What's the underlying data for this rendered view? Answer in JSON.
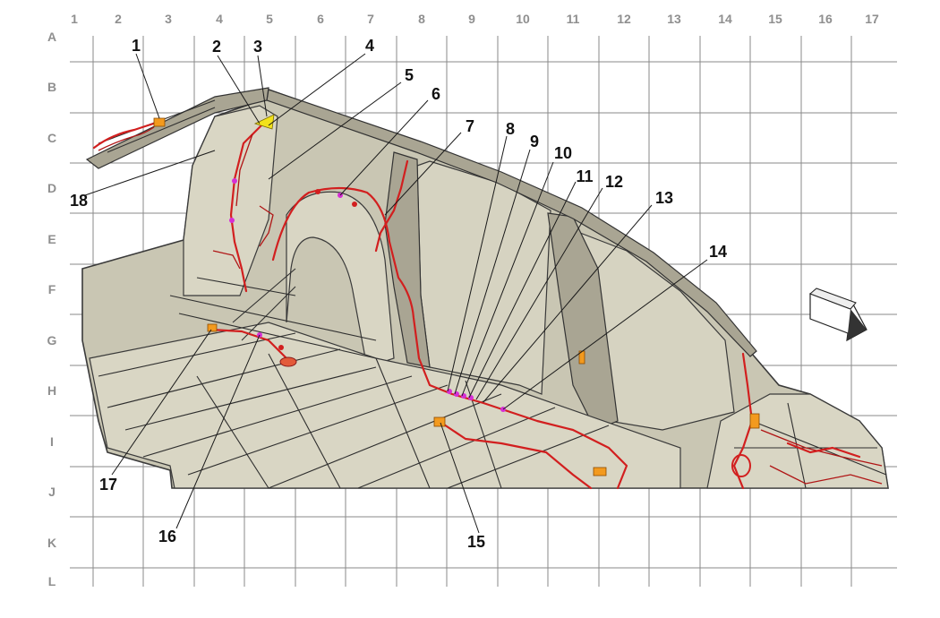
{
  "grid": {
    "columns": [
      "1",
      "2",
      "3",
      "4",
      "5",
      "6",
      "7",
      "8",
      "9",
      "10",
      "11",
      "12",
      "13",
      "14",
      "15",
      "16",
      "17"
    ],
    "rows": [
      "A",
      "B",
      "C",
      "D",
      "E",
      "F",
      "G",
      "H",
      "I",
      "J",
      "K",
      "L"
    ]
  },
  "callouts": [
    "1",
    "2",
    "3",
    "4",
    "5",
    "6",
    "7",
    "8",
    "9",
    "10",
    "11",
    "12",
    "13",
    "14",
    "15",
    "16",
    "17",
    "18"
  ],
  "colors": {
    "harness": "#d21f1f",
    "connector_orange": "#f39a1e",
    "connector_yellow": "#f2e21a",
    "connector_magenta": "#d62fd6",
    "body": "#c9c6b3",
    "grid": "#8a8a8a"
  },
  "icons": {
    "direction": "front-direction-arrow-icon"
  }
}
